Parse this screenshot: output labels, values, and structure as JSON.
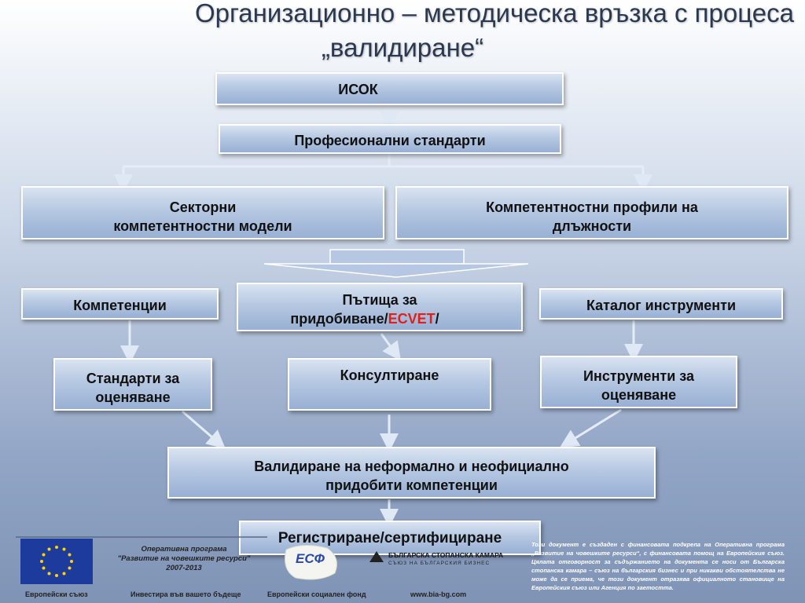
{
  "title": {
    "line1": "Организационно – методическа връзка с процеса",
    "line2": "„валидиране“"
  },
  "boxes": {
    "isok": "ИСОК",
    "prof_standards": "Професионални стандарти",
    "sector_models_l1": "Секторни",
    "sector_models_l2": "компетентностни модели",
    "profiles_l1": "Компетентностни профили на",
    "profiles_l2": "длъжности",
    "competencies": "Компетенции",
    "paths_l1": "Пътища за",
    "paths_l2_a": "придобиване/",
    "paths_l2_b": "ECVET",
    "paths_l2_c": "/",
    "catalog": "Каталог инструменти",
    "assess_standards_l1": "Стандарти за",
    "assess_standards_l2": "оценяване",
    "consulting": "Консултиране",
    "assess_tools_l1": "Инструменти за",
    "assess_tools_l2": "оценяване",
    "validation_l1": "Валидиране на неформално и неофициално",
    "validation_l2": "придобити компетенции",
    "registration": "Регистриране/сертифициране"
  },
  "footer": {
    "eu_label": "Европейски съюз",
    "op_l1": "Оперативна програма",
    "op_l2": "\"Развитие на човешките ресурси\"",
    "op_l3": "2007-2013",
    "invest_label": "Инвестира във вашето бъдеще",
    "esf_logo_text": "ЕСФ",
    "esf_label": "Европейски социален фонд",
    "bia_name": "БЪЛГАРСКА СТОПАНСКА КАМАРА",
    "bia_sub": "СЪЮЗ НА БЪЛГАРСКИЯ БИЗНЕС",
    "bia_url": "www.bia-bg.com",
    "disclaimer": "Този документ е създаден с финансовата подкрепа на Оперативна програма „Развитие на човешките ресурси“, с финансовата помощ на Европейския съюз. Цялата отговорност за съдържанието на документа се носи от Българска стопанска камара – съюз на българския бизнес и при никакви обстоятелства не може да се приема, че този документ отразява официалното становище на Европейския съюз или Агенция по заетостта."
  },
  "colors": {
    "accent_red": "#e0201b",
    "eu_blue": "#1d3b9c",
    "eu_star": "#ffd400"
  }
}
